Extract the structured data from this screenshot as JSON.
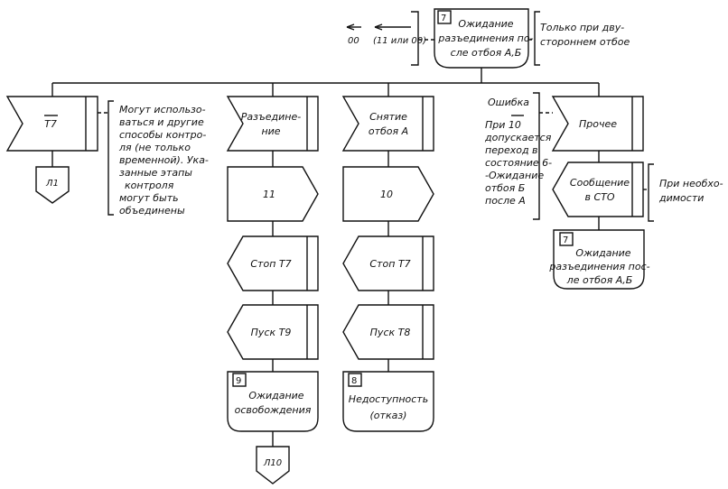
{
  "top": {
    "state_number": "7",
    "state_lines": [
      "Ожидание",
      "разъединения по-",
      "сле отбоя А,Б"
    ],
    "out_signal_1": "00",
    "out_signal_2": "(11 или 00)",
    "note_lines": [
      "Только при дву-",
      "стороннем отбое"
    ]
  },
  "col1": {
    "input_label": "T7",
    "connector_label": "Л1",
    "note_lines": [
      "Могут использо-",
      "ваться и другие",
      "способы контро-",
      "ля (не только",
      "временной). Ука-",
      "занные этапы",
      "контроля",
      "могут быть",
      "объединены"
    ]
  },
  "col2": {
    "input_lines": [
      "Разъедине-",
      "ние"
    ],
    "output_1": "11",
    "task_1": "Стоп Т7",
    "output_2": "Пуск Т9",
    "state_number": "9",
    "state_lines": [
      "Ожидание",
      "освобождения"
    ],
    "connector_label": "Л10"
  },
  "col3": {
    "input_lines": [
      "Снятие",
      "отбоя А"
    ],
    "output_1": "10",
    "task_1": "Стоп Т7",
    "output_2": "Пуск Т8",
    "state_number": "8",
    "state_lines": [
      "Недоступность",
      "(отказ)"
    ]
  },
  "col4": {
    "note_lines": [
      "Ошибка",
      "При 10",
      "допускается",
      "переход в",
      "состояние 6-",
      "-Ожидание",
      "отбоя Б",
      "после А"
    ],
    "input_label": "Прочее",
    "task_lines": [
      "Сообщение",
      "в СТО"
    ],
    "task_note_lines": [
      "При необхо-",
      "димости"
    ],
    "state_number": "7",
    "state_lines": [
      "Ожидание",
      "разъединения пос-",
      "ле отбоя А,Б"
    ]
  }
}
